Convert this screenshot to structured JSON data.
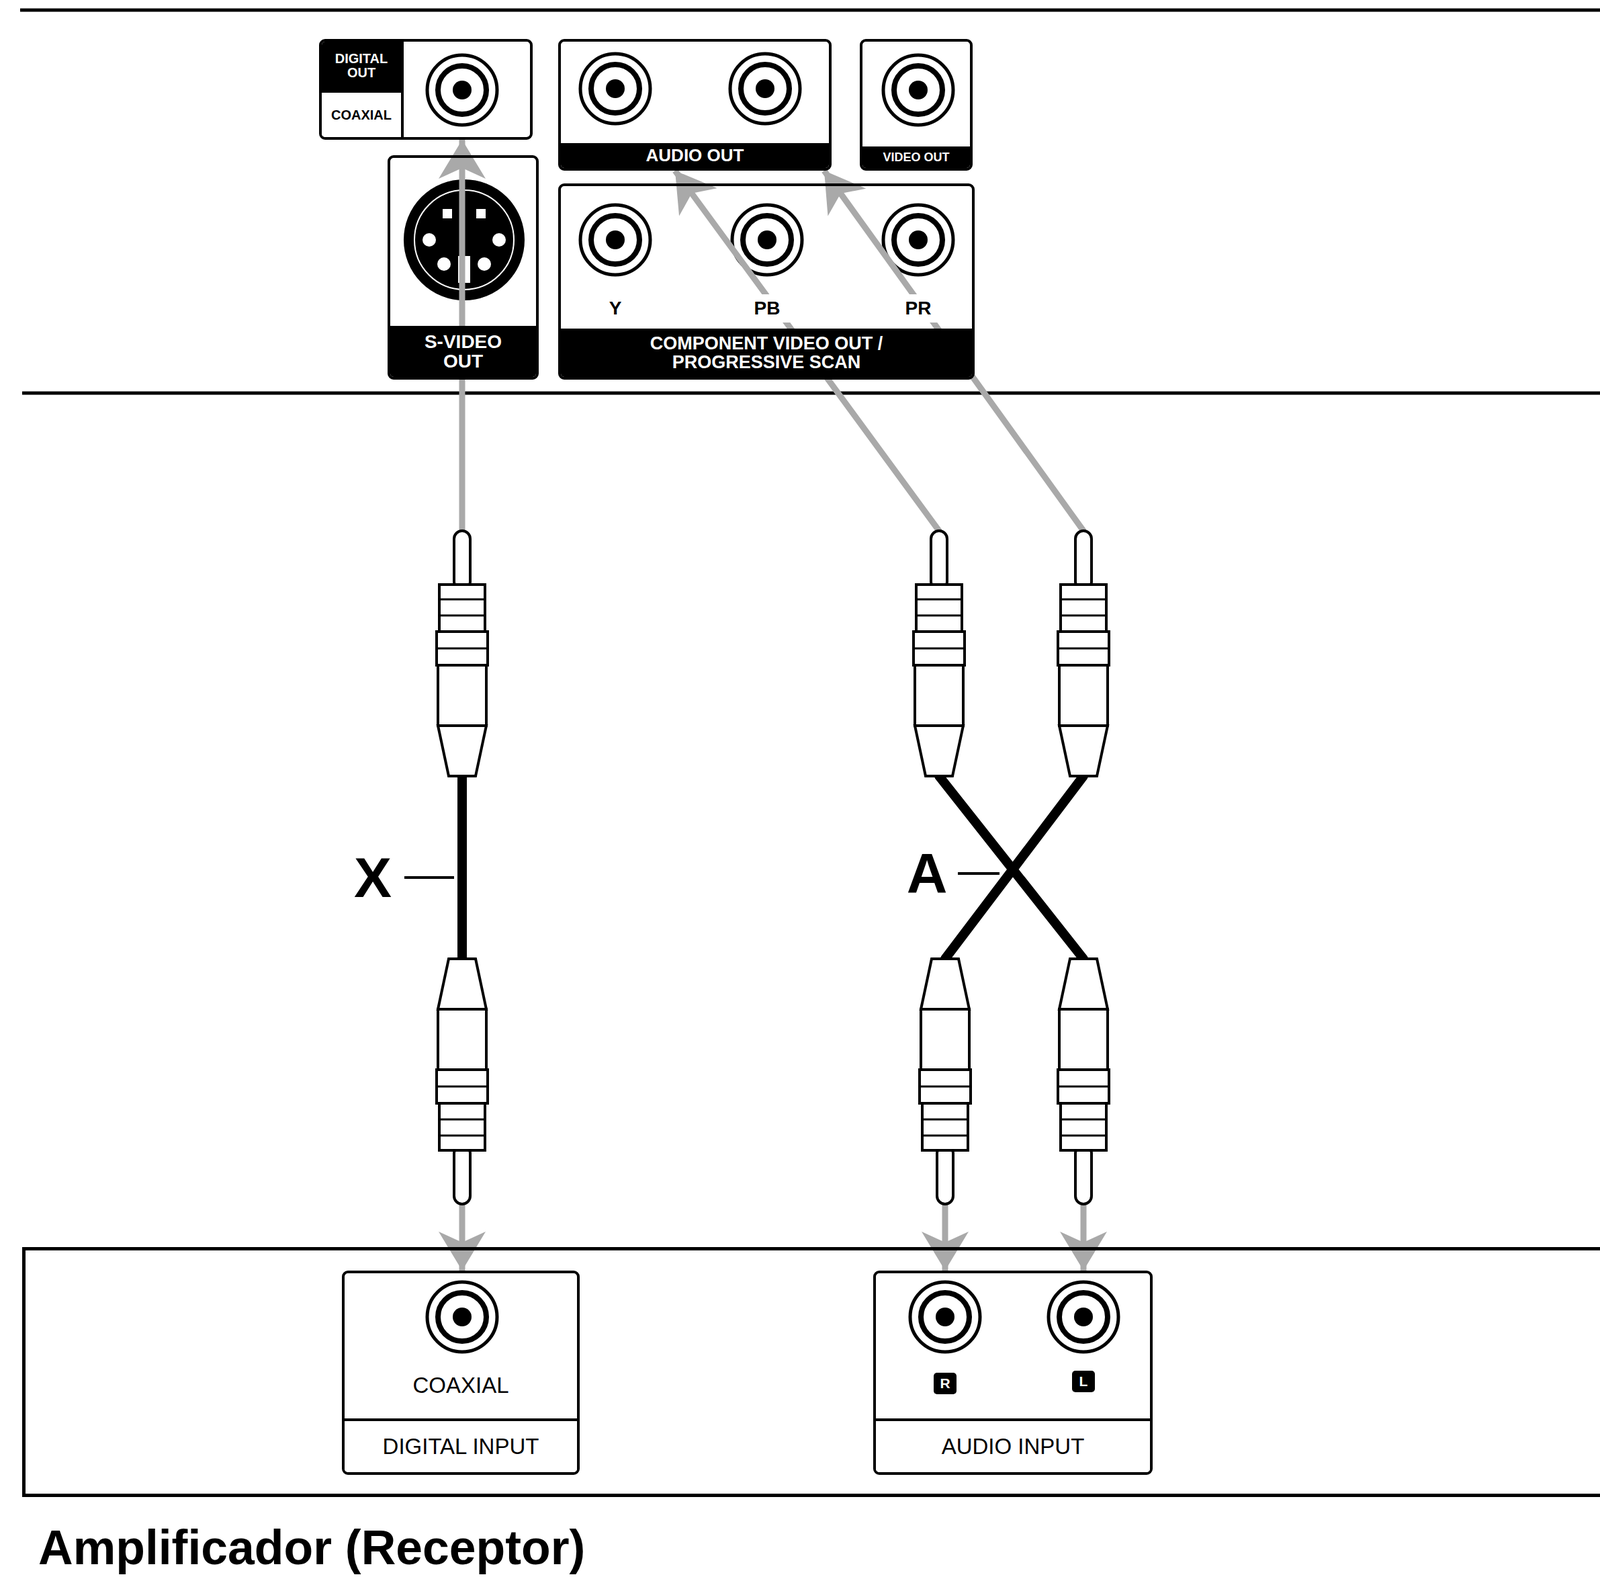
{
  "diagram": {
    "nodes": [
      {
        "text": [
          "DIGITAL OUT",
          "COAXIAL"
        ]
      },
      {
        "text": [
          "AUDIO OUT"
        ]
      },
      {
        "text": [
          "VIDEO OUT"
        ]
      },
      {
        "text": [
          "S-VIDEO OUT"
        ]
      },
      {
        "text": [
          "Y",
          "PB",
          "PR",
          "COMPONENT VIDEO OUT / PROGRESSIVE SCAN"
        ]
      },
      {
        "text": [
          "Amplificador (Receptor)"
        ]
      },
      {
        "text": [
          "COAXIAL",
          "DIGITAL INPUT"
        ],
        "in": 5
      },
      {
        "text": [
          "R",
          "L",
          "AUDIO INPUT"
        ],
        "in": 5
      }
    ],
    "edges": [
      {
        "from": 0,
        "to": 6,
        "arrow": "both",
        "label": "X"
      },
      {
        "from": 1,
        "to": 7,
        "arrow": "both",
        "label": "A"
      }
    ]
  }
}
